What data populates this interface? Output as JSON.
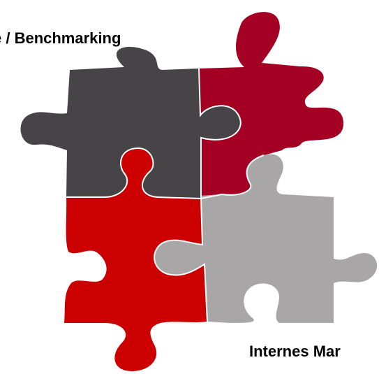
{
  "labels": {
    "top_left": "e / Benchmarking",
    "bottom_right": "Internes Mar"
  },
  "pieces": [
    {
      "name": "dark-gray",
      "color": "#464446"
    },
    {
      "name": "crimson",
      "color": "#a40024"
    },
    {
      "name": "red",
      "color": "#cc0000"
    },
    {
      "name": "light-gray",
      "color": "#a8a6a7"
    }
  ]
}
